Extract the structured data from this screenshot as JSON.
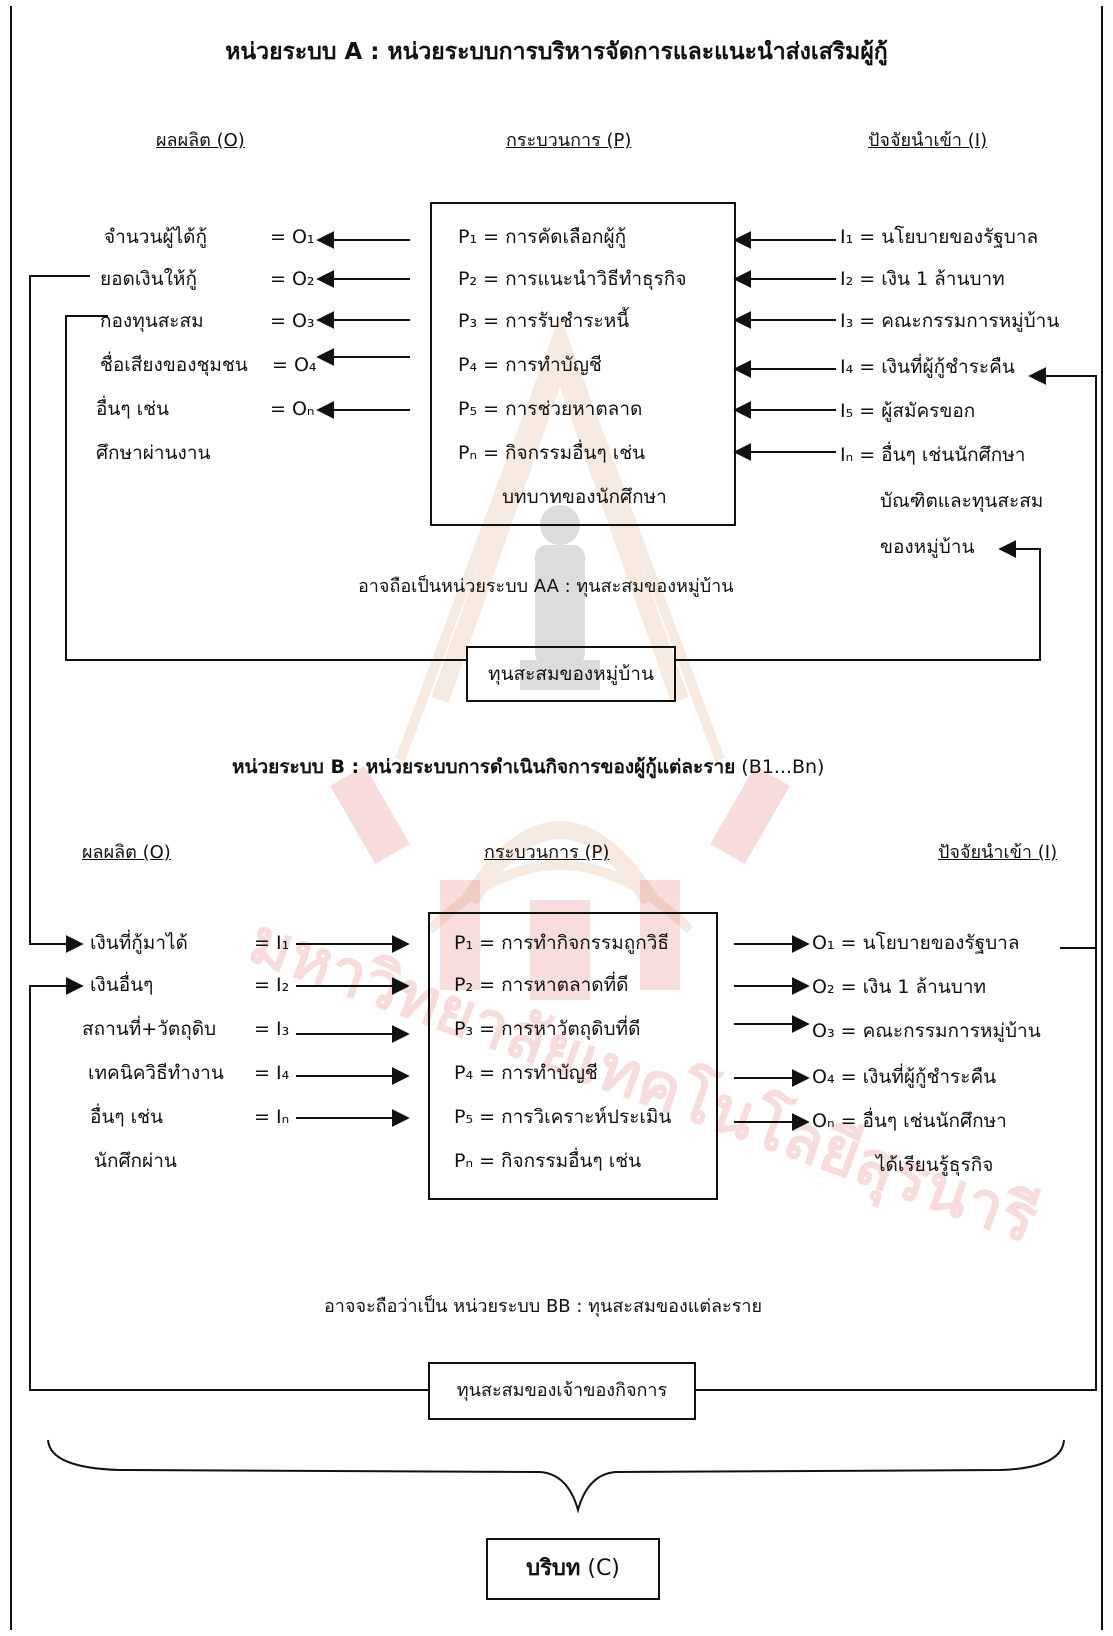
{
  "unit_a": {
    "title": "หน่วยระบบ A : หน่วยระบบการบริหารจัดการและแนะนำส่งเสริมผู้กู้",
    "header_output": "ผลผลิต (O)",
    "header_process": "กระบวนการ (P)",
    "header_input": "ปัจจัยนำเข้า (I)",
    "outputs": [
      {
        "label": "จำนวนผู้ได้กู้",
        "value": "= O₁"
      },
      {
        "label": "ยอดเงินให้กู้",
        "value": "= O₂"
      },
      {
        "label": "กองทุนสะสม",
        "value": "= O₃"
      },
      {
        "label": "ชื่อเสียงของชุมชน",
        "value": "= O₄"
      },
      {
        "label": "อื่นๆ เช่น",
        "value": "= Oₙ"
      },
      {
        "label": "ศึกษาผ่านงาน",
        "value": ""
      }
    ],
    "processes": [
      "P₁ =   การคัดเลือกผู้กู้",
      "P₂ =   การแนะนำวิธีทำธุรกิจ",
      "P₃ =   การรับชำระหนี้",
      "P₄ =   การทำบัญชี",
      "P₅ =   การช่วยหาตลาด",
      "Pₙ =  กิจกรรมอื่นๆ เช่น",
      "บทบาทของนักศึกษา"
    ],
    "inputs": [
      "I₁ = นโยบายของรัฐบาล",
      "I₂ =   เงิน 1 ล้านบาท",
      "I₃ =  คณะกรรมการหมู่บ้าน",
      "I₄ =  เงินที่ผู้กู้ชำระคืน",
      "I₅ =  ผู้สมัครขอก",
      "Iₙ =  อื่นๆ เช่นนักศึกษา",
      "บัณฑิตและทุนสะสม",
      "ของหมู่บ้าน"
    ],
    "aa_note": "อาจถือเป็นหน่วยระบบ AA : ทุนสะสมของหมู่บ้าน",
    "aa_box": "ทุนสะสมของหมู่บ้าน"
  },
  "unit_b": {
    "title_bold": "หน่วยระบบ B : หน่วยระบบการดำเนินกิจการของผู้กู้แต่ละราย",
    "title_suffix": "(B1...Bn)",
    "header_output": "ผลผลิต (O)",
    "header_process": "กระบวนการ (P)",
    "header_input": "ปัจจัยนำเข้า (I)",
    "left_items": [
      {
        "label": "เงินที่กู้มาได้",
        "value": "= I₁"
      },
      {
        "label": "เงินอื่นๆ",
        "value": "= I₂"
      },
      {
        "label": "สถานที่+วัตถุดิบ",
        "value": "= I₃"
      },
      {
        "label": "เทคนิควิธีทำงาน",
        "value": "= I₄"
      },
      {
        "label": "อื่นๆ เช่น",
        "value": "= Iₙ"
      },
      {
        "label": "นักศึกผ่าน",
        "value": ""
      }
    ],
    "processes": [
      "P₁ =   การทำกิจกรรมถูกวิธี",
      "P₂ =   การหาตลาดที่ดี",
      "P₃ =   การหาวัตถุดิบที่ดี",
      "P₄ =   การทำบัญชี",
      "P₅ =   การวิเคราะห์ประเมิน",
      "Pₙ =  กิจกรรมอื่นๆ เช่น"
    ],
    "right_items": [
      "O₁ =   นโยบายของรัฐบาล",
      "O₂ =   เงิน 1 ล้านบาท",
      "O₃ =   คณะกรรมการหมู่บ้าน",
      "O₄ =   เงินที่ผู้กู้ชำระคืน",
      "Oₙ =   อื่นๆ เช่นนักศึกษา",
      "ได้เรียนรู้ธุรกิจ"
    ],
    "bb_note": "อาจจะถือว่าเป็น หน่วยระบบ BB : ทุนสะสมของแต่ละราย",
    "bb_box": "ทุนสะสมของเจ้าของกิจการ"
  },
  "context": {
    "label_bold": "บริบท",
    "label_suffix": "(C)"
  },
  "watermark": {
    "text": "มหาวิทยาลัยเทคโนโลยีสุรนารี",
    "color": "#d94242"
  }
}
